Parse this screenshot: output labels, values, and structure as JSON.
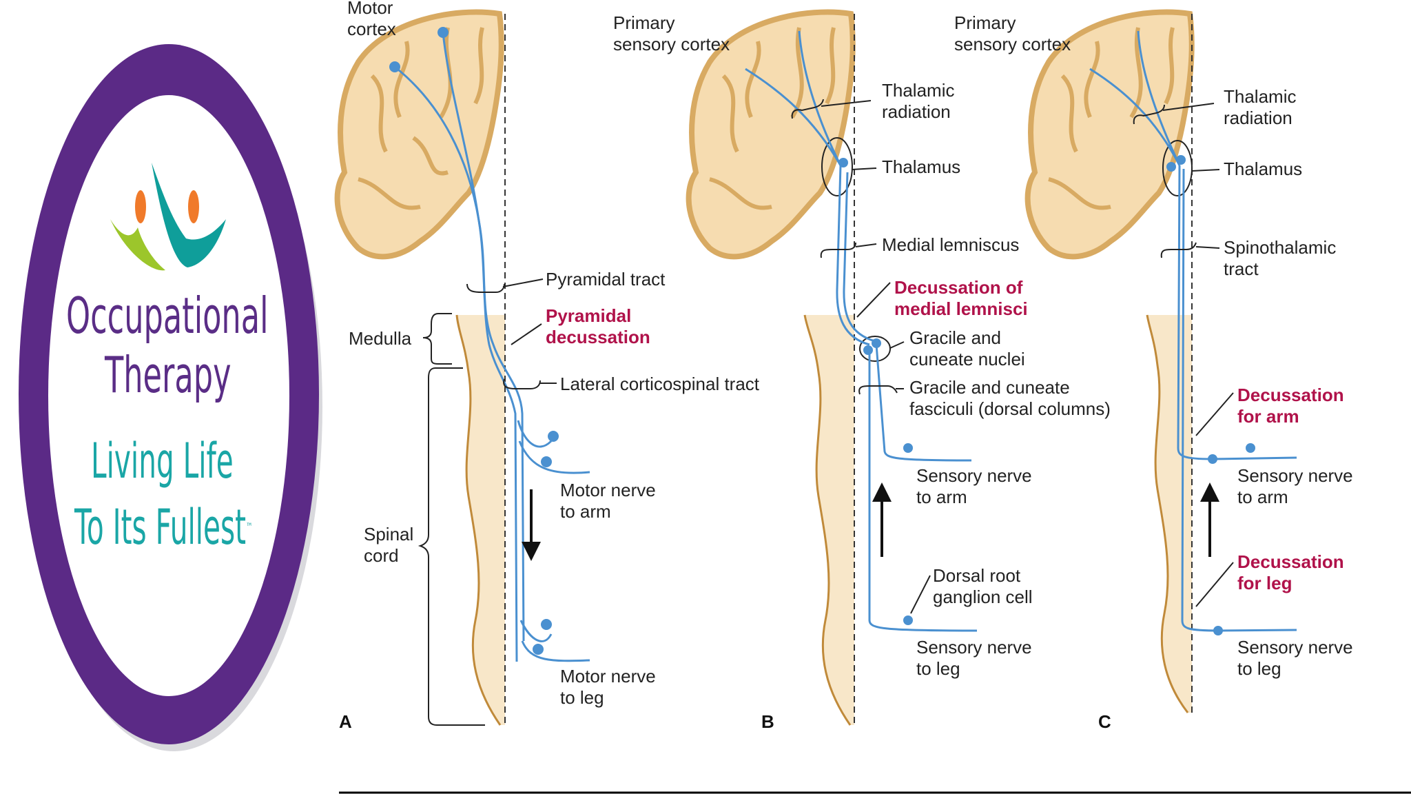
{
  "logo": {
    "line1": "Occupational",
    "line2": "Therapy",
    "line3": "Living Life",
    "line4": "To Its Fullest",
    "trademark": "™",
    "colors": {
      "ring": "#5b2a86",
      "text_purple": "#5a2d86",
      "text_teal": "#1aa6a6",
      "orange": "#f07a2a",
      "green": "#9cc62b",
      "teal": "#0f9e9a"
    }
  },
  "colors": {
    "nerve": "#4a90d0",
    "cortex_fill": "#f6dcb0",
    "cortex_outline": "#d8aa62",
    "cord_fill": "#f8e7c9",
    "cord_outline": "#c08a3a",
    "highlight_text": "#b0124a"
  },
  "panel_a": {
    "letter": "A",
    "motor_cortex": [
      "Motor",
      "cortex"
    ],
    "pyramidal_tract": "Pyramidal tract",
    "pyramidal_decussation": [
      "Pyramidal",
      "decussation"
    ],
    "medulla": "Medulla",
    "lateral_corticospinal_tract": "Lateral corticospinal tract",
    "motor_nerve_arm": [
      "Motor nerve",
      "to arm"
    ],
    "spinal_cord": [
      "Spinal",
      "cord"
    ],
    "motor_nerve_leg": [
      "Motor nerve",
      "to leg"
    ]
  },
  "panel_b": {
    "letter": "B",
    "primary_sensory_cortex": [
      "Primary",
      "sensory cortex"
    ],
    "thalamic_radiation": [
      "Thalamic",
      "radiation"
    ],
    "thalamus": "Thalamus",
    "medial_lemniscus": "Medial lemniscus",
    "decussation_medial_lemnisci": [
      "Decussation of",
      "medial lemnisci"
    ],
    "gracile_cuneate_nuclei": [
      "Gracile and",
      "cuneate nuclei"
    ],
    "gracile_cuneate_fasciculi": [
      "Gracile and cuneate",
      "fasciculi (dorsal columns)"
    ],
    "sensory_nerve_arm": [
      "Sensory nerve",
      "to arm"
    ],
    "dorsal_root_ganglion": [
      "Dorsal root",
      "ganglion cell"
    ],
    "sensory_nerve_leg": [
      "Sensory nerve",
      "to leg"
    ]
  },
  "panel_c": {
    "letter": "C",
    "primary_sensory_cortex": [
      "Primary",
      "sensory cortex"
    ],
    "thalamic_radiation": [
      "Thalamic",
      "radiation"
    ],
    "thalamus": "Thalamus",
    "spinothalamic_tract": [
      "Spinothalamic",
      "tract"
    ],
    "decussation_arm": [
      "Decussation",
      "for arm"
    ],
    "sensory_nerve_arm": [
      "Sensory nerve",
      "to arm"
    ],
    "decussation_leg": [
      "Decussation",
      "for leg"
    ],
    "sensory_nerve_leg": [
      "Sensory nerve",
      "to leg"
    ]
  }
}
